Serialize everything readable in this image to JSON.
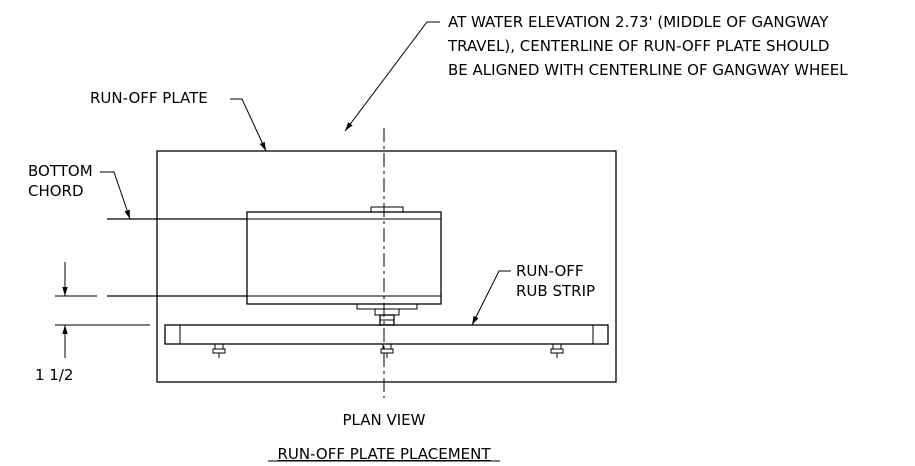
{
  "notes": {
    "water_note_line1": "AT WATER ELEVATION 2.73' (MIDDLE OF GANGWAY",
    "water_note_line2": "TRAVEL), CENTERLINE OF RUN-OFF PLATE SHOULD",
    "water_note_line3": "BE ALIGNED WITH CENTERLINE OF GANGWAY WHEEL"
  },
  "labels": {
    "run_off_plate": "RUN-OFF PLATE",
    "bottom_chord_line1": "BOTTOM",
    "bottom_chord_line2": "CHORD",
    "rub_strip_line1": "RUN-OFF",
    "rub_strip_line2": "RUB STRIP"
  },
  "dimensions": {
    "clearance": "1 1/2"
  },
  "captions": {
    "view_name": "PLAN VIEW",
    "drawing_title": "RUN-OFF PLATE PLACEMENT"
  }
}
